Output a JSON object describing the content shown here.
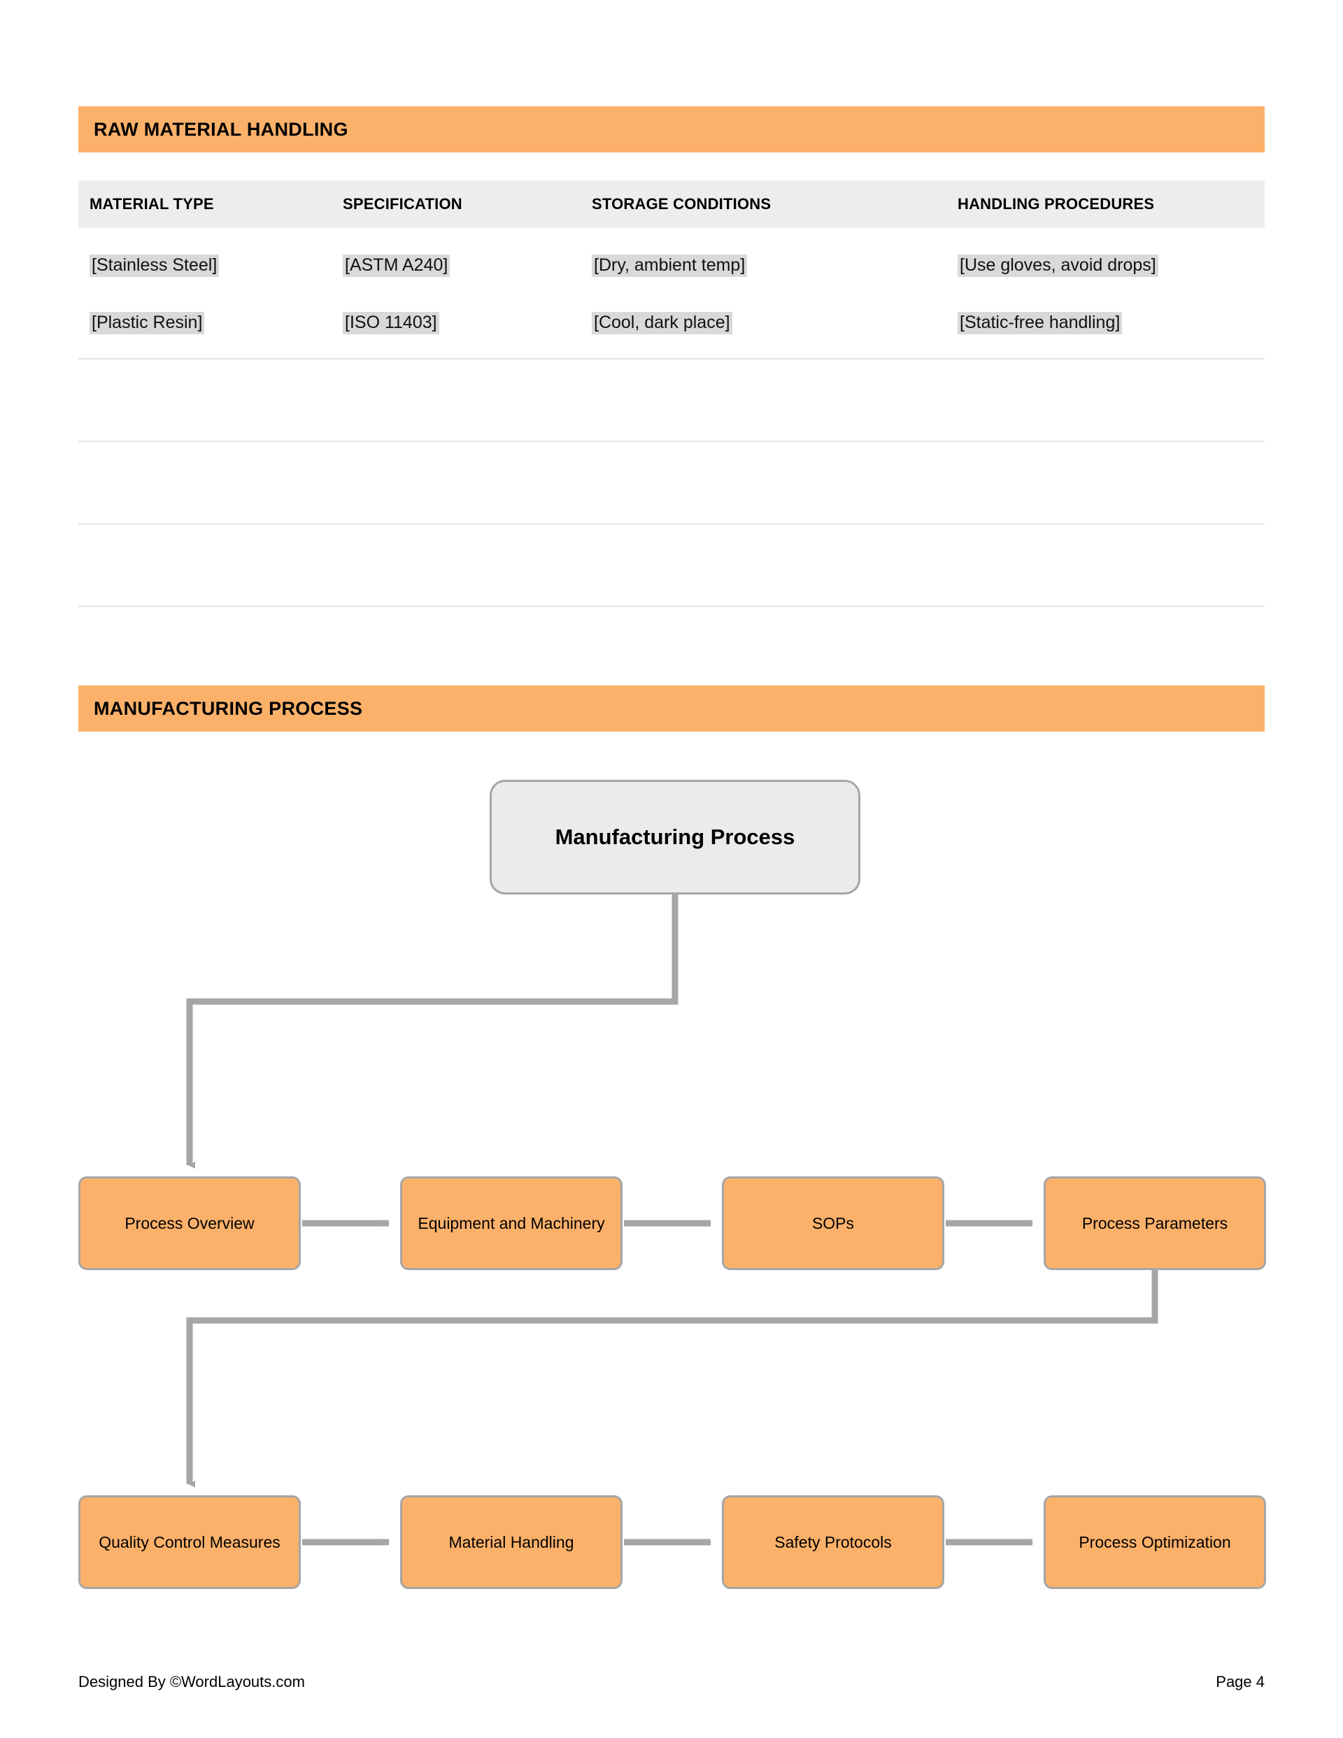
{
  "sections": {
    "raw_material": {
      "title": "RAW MATERIAL HANDLING",
      "columns": [
        "MATERIAL TYPE",
        "SPECIFICATION",
        "STORAGE CONDITIONS",
        "HANDLING PROCEDURES"
      ],
      "rows": [
        [
          "[Stainless Steel]",
          "[ASTM A240]",
          "[Dry, ambient temp]",
          "[Use gloves, avoid drops]"
        ],
        [
          "[Plastic Resin]",
          "[ISO 11403]",
          "[Cool, dark place]",
          "[Static-free handling]"
        ]
      ],
      "blank_row_count": 4
    },
    "manufacturing": {
      "title": "MANUFACTURING PROCESS"
    }
  },
  "flowchart": {
    "root": "Manufacturing Process",
    "row1": [
      "Process Overview",
      "Equipment and Machinery",
      "SOPs",
      "Process Parameters"
    ],
    "row2": [
      "Quality Control Measures",
      "Material Handling",
      "Safety Protocols",
      "Process Optimization"
    ]
  },
  "footer": {
    "credit": "Designed By ©WordLayouts.com",
    "page": "Page 4"
  },
  "colors": {
    "accent_orange": "#FCB16A",
    "table_header_gray": "#EDEDED",
    "field_highlight": "#D9D9D9",
    "connector_gray": "#A6A6A6",
    "root_node_gray": "#EBEBEB"
  }
}
